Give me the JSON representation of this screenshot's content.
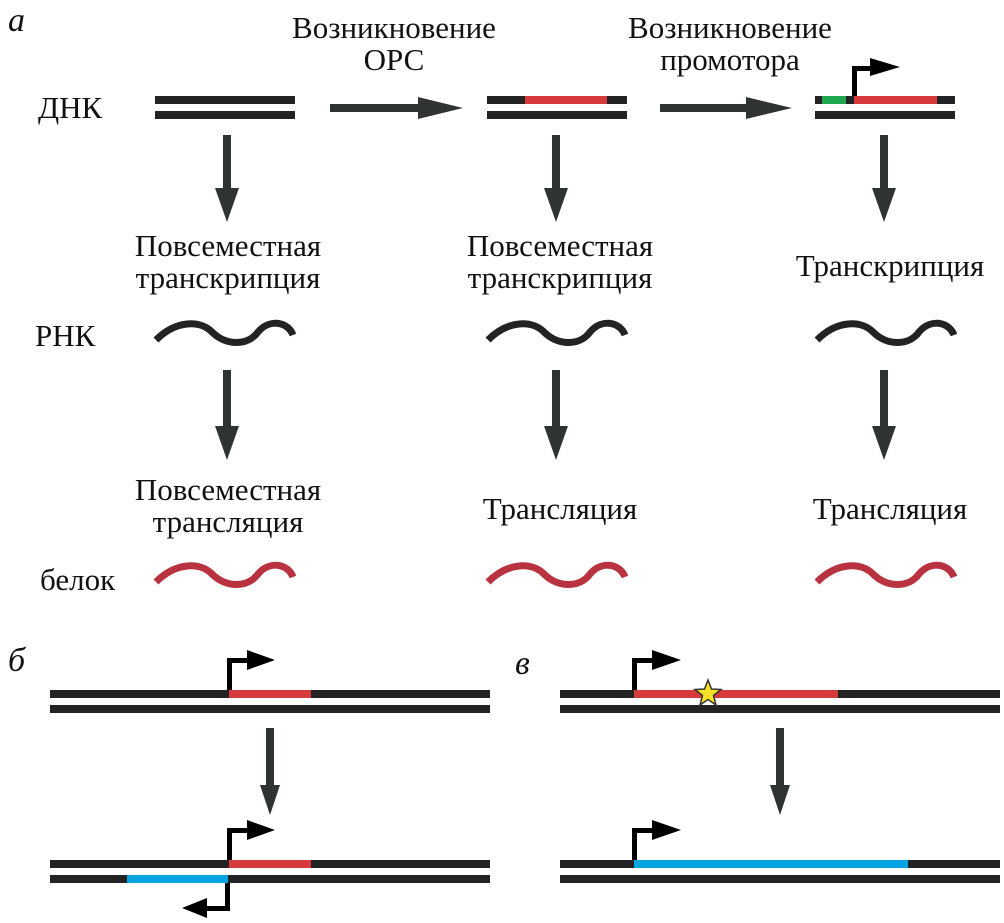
{
  "panels": {
    "a": "а",
    "b": "б",
    "c": "в"
  },
  "row_labels": {
    "dna": "ДНК",
    "rna": "РНК",
    "protein": "белок"
  },
  "transitions": {
    "orf_origin": [
      "Возникновение",
      "ОРС"
    ],
    "promoter_origin": [
      "Возникновение",
      "промотора"
    ]
  },
  "columns": [
    {
      "transcription": [
        "Повсеместная",
        "транскрипция"
      ],
      "translation": [
        "Повсеместная",
        "трансляция"
      ]
    },
    {
      "transcription": [
        "Повсеместная",
        "транскрипция"
      ],
      "translation": [
        "Трансляция"
      ]
    },
    {
      "transcription": [
        "Транскрипция"
      ],
      "translation": [
        "Трансляция"
      ]
    }
  ],
  "colors": {
    "dna": "#232325",
    "arrow": "#2f3432",
    "orf": "#d63a3a",
    "promoter": "#1fa84f",
    "antisense": "#06a5e2",
    "protein": "#b8323f",
    "mutation_star": "#f7e12a"
  }
}
